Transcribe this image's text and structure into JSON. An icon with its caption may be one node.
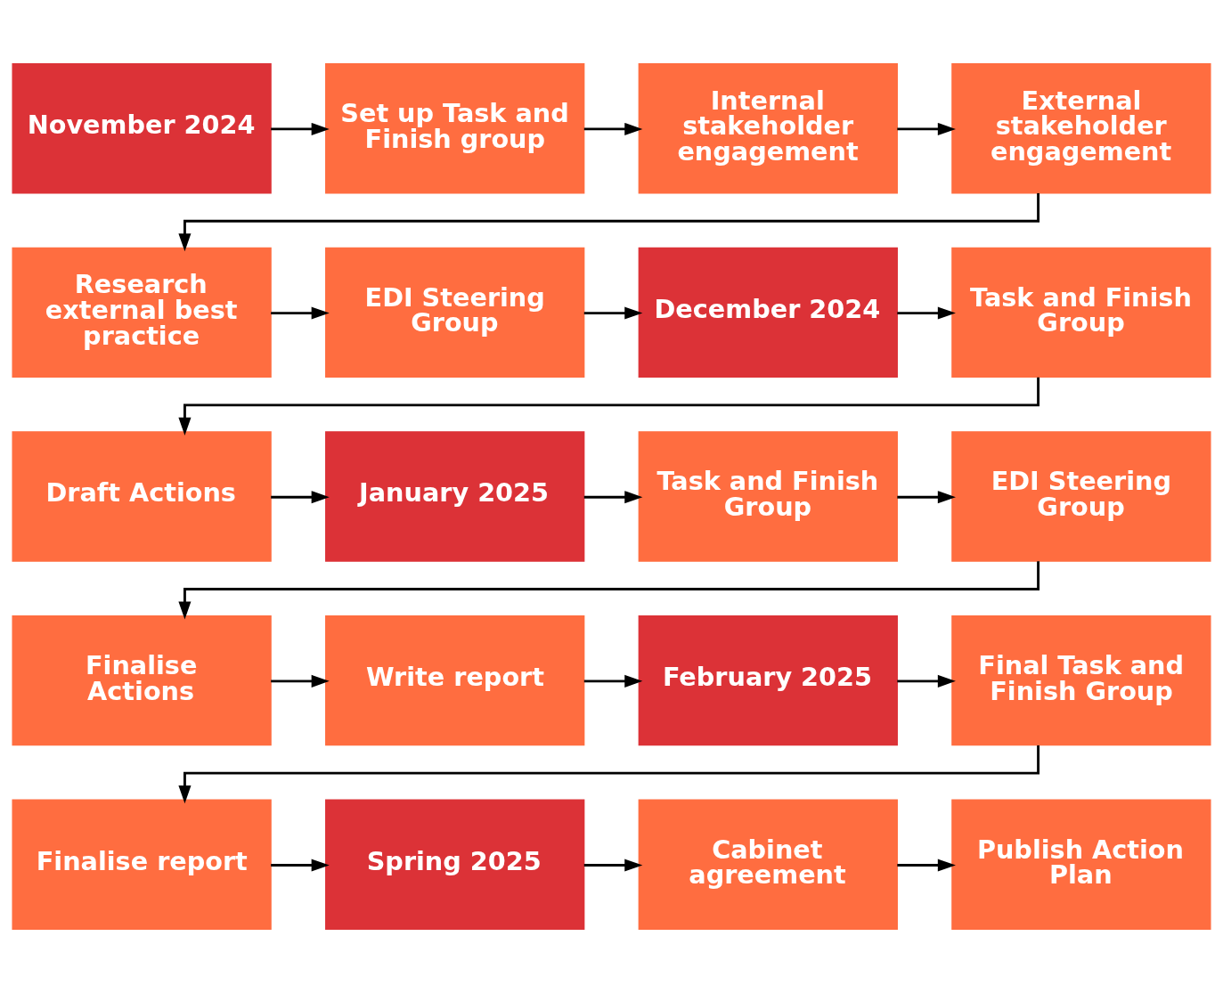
{
  "diagram": {
    "nodes": [
      {
        "text": [
          "November 2024"
        ]
      },
      {
        "text": [
          "Set up Task and Finish group"
        ]
      },
      {
        "text": [
          "Internal stakeholder engagement"
        ]
      },
      {
        "text": [
          "External stakeholder engagement"
        ]
      },
      {
        "text": [
          "Research external best practice"
        ]
      },
      {
        "text": [
          "EDI Steering Group"
        ]
      },
      {
        "text": [
          "December 2024"
        ]
      },
      {
        "text": [
          "Task and Finish Group"
        ]
      },
      {
        "text": [
          "Draft Actions"
        ]
      },
      {
        "text": [
          "January 2025"
        ]
      },
      {
        "text": [
          "Task and Finish Group"
        ]
      },
      {
        "text": [
          "EDI Steering Group"
        ]
      },
      {
        "text": [
          "Finalise Actions"
        ]
      },
      {
        "text": [
          "Write report"
        ]
      },
      {
        "text": [
          "February 2025"
        ]
      },
      {
        "text": [
          "Final Task and Finish Group"
        ]
      },
      {
        "text": [
          "Finalise report"
        ]
      },
      {
        "text": [
          "Spring 2025"
        ]
      },
      {
        "text": [
          "Cabinet agreement"
        ]
      },
      {
        "text": [
          "Publish Action Plan"
        ]
      }
    ],
    "edges": [
      {
        "from": 0,
        "to": 1,
        "arrow": "to"
      },
      {
        "from": 1,
        "to": 2,
        "arrow": "to"
      },
      {
        "from": 2,
        "to": 3,
        "arrow": "to"
      },
      {
        "from": 3,
        "to": 4,
        "arrow": "to"
      },
      {
        "from": 4,
        "to": 5,
        "arrow": "to"
      },
      {
        "from": 5,
        "to": 6,
        "arrow": "to"
      },
      {
        "from": 6,
        "to": 7,
        "arrow": "to"
      },
      {
        "from": 7,
        "to": 8,
        "arrow": "to"
      },
      {
        "from": 8,
        "to": 9,
        "arrow": "to"
      },
      {
        "from": 9,
        "to": 10,
        "arrow": "to"
      },
      {
        "from": 10,
        "to": 11,
        "arrow": "to"
      },
      {
        "from": 11,
        "to": 12,
        "arrow": "to"
      },
      {
        "from": 12,
        "to": 13,
        "arrow": "to"
      },
      {
        "from": 13,
        "to": 14,
        "arrow": "to"
      },
      {
        "from": 14,
        "to": 15,
        "arrow": "to"
      },
      {
        "from": 15,
        "to": 16,
        "arrow": "to"
      },
      {
        "from": 16,
        "to": 17,
        "arrow": "to"
      },
      {
        "from": 17,
        "to": 18,
        "arrow": "to"
      },
      {
        "from": 18,
        "to": 19,
        "arrow": "to"
      }
    ]
  }
}
